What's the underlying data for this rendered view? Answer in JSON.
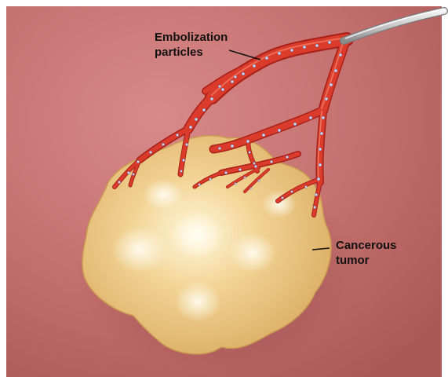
{
  "labels": {
    "particles_line1": "Embolization",
    "particles_line2": "particles",
    "tumor_line1": "Cancerous",
    "tumor_line2": "tumor"
  },
  "colors": {
    "tissue_background": "#bf6f6d",
    "tumor": "#ecc67a",
    "vessel": "#db3b2b",
    "vessel_dark": "#a72018",
    "catheter": "#cfcfcf",
    "particles": "#cfe0ff"
  },
  "icons": {
    "catheter": "catheter-tube-icon",
    "particles": "embolization-particle-icon"
  }
}
